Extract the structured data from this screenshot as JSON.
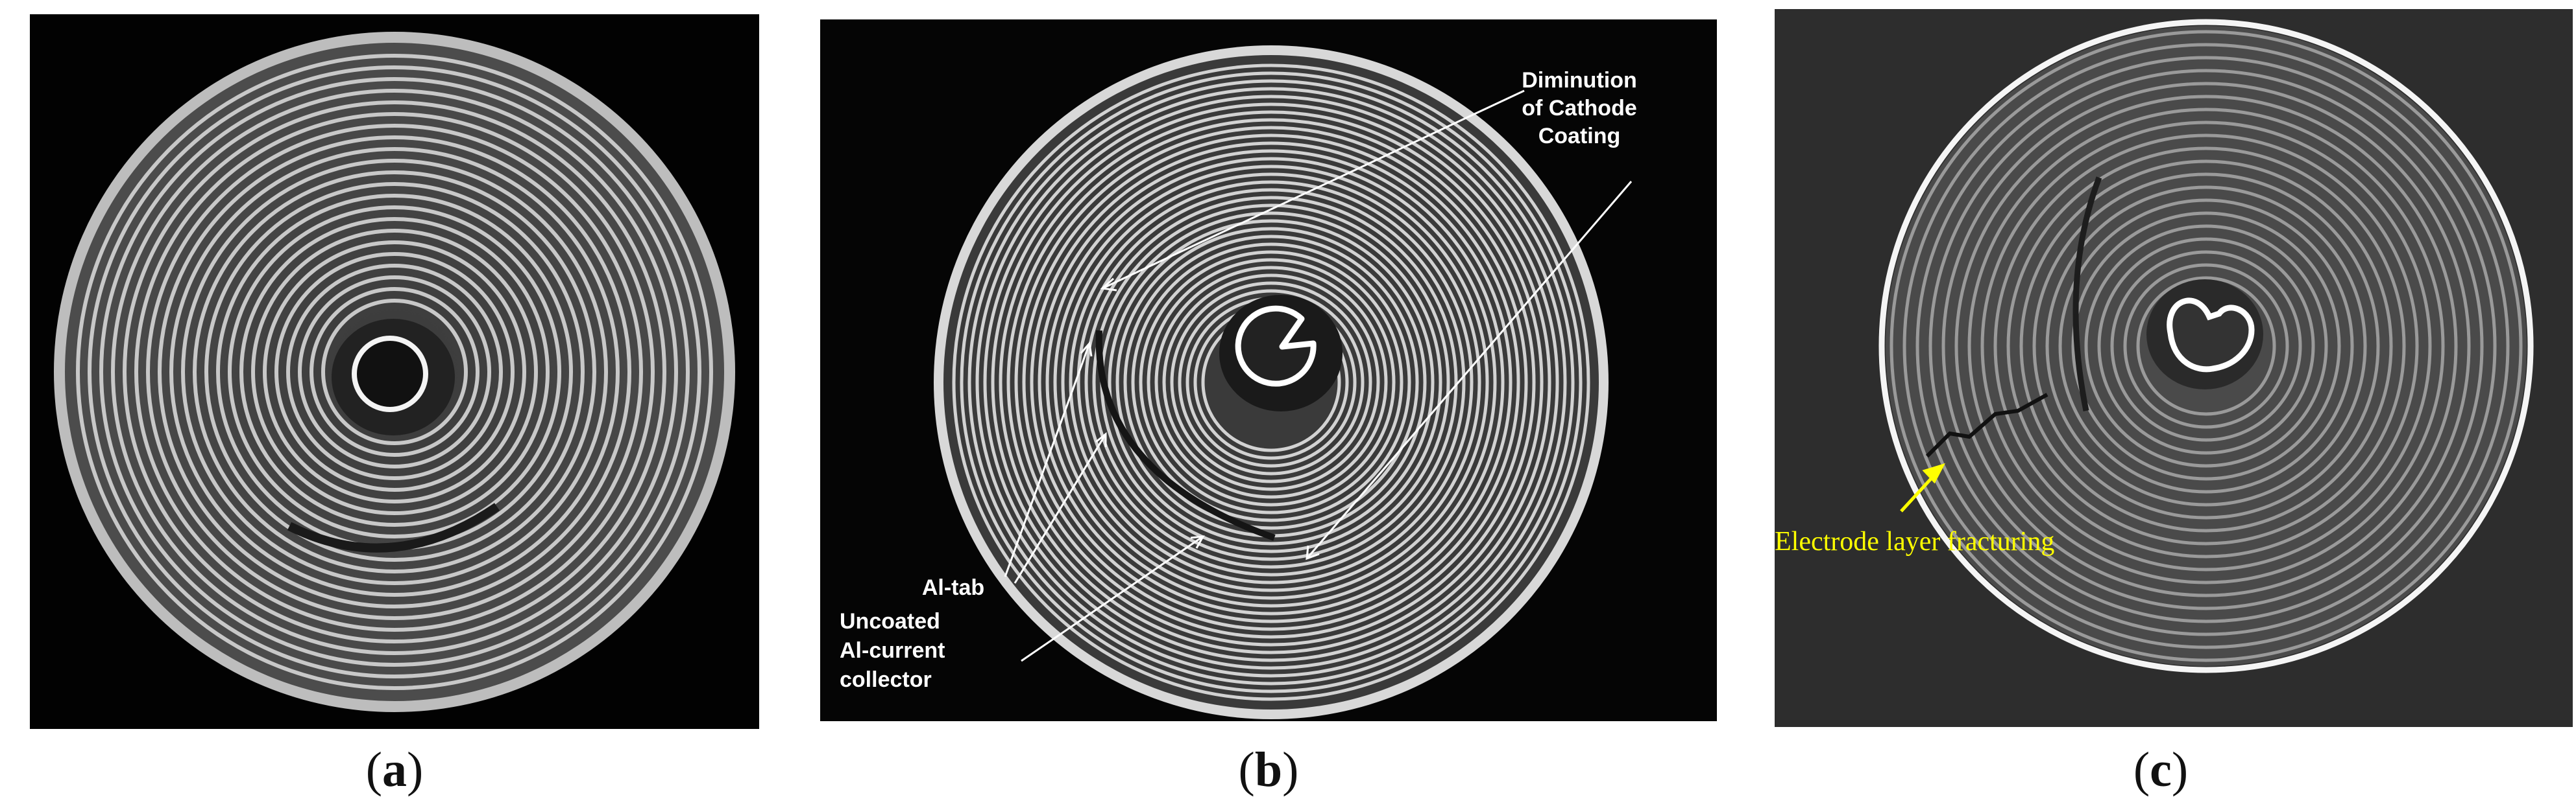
{
  "panels": [
    {
      "label": "a"
    },
    {
      "label": "b",
      "annotations": {
        "cathode_line1": "Diminution",
        "cathode_line2": "of Cathode",
        "cathode_line3": "Coating",
        "tab": "Al-tab",
        "collector_line1": "Uncoated",
        "collector_line2": "Al-current",
        "collector_line3": "collector"
      }
    },
    {
      "label": "c",
      "annotations": {
        "fracture": "Electrode layer fracturing"
      }
    }
  ],
  "colors": {
    "annotation_white": "#ffffff",
    "annotation_yellow": "#ffff00"
  }
}
